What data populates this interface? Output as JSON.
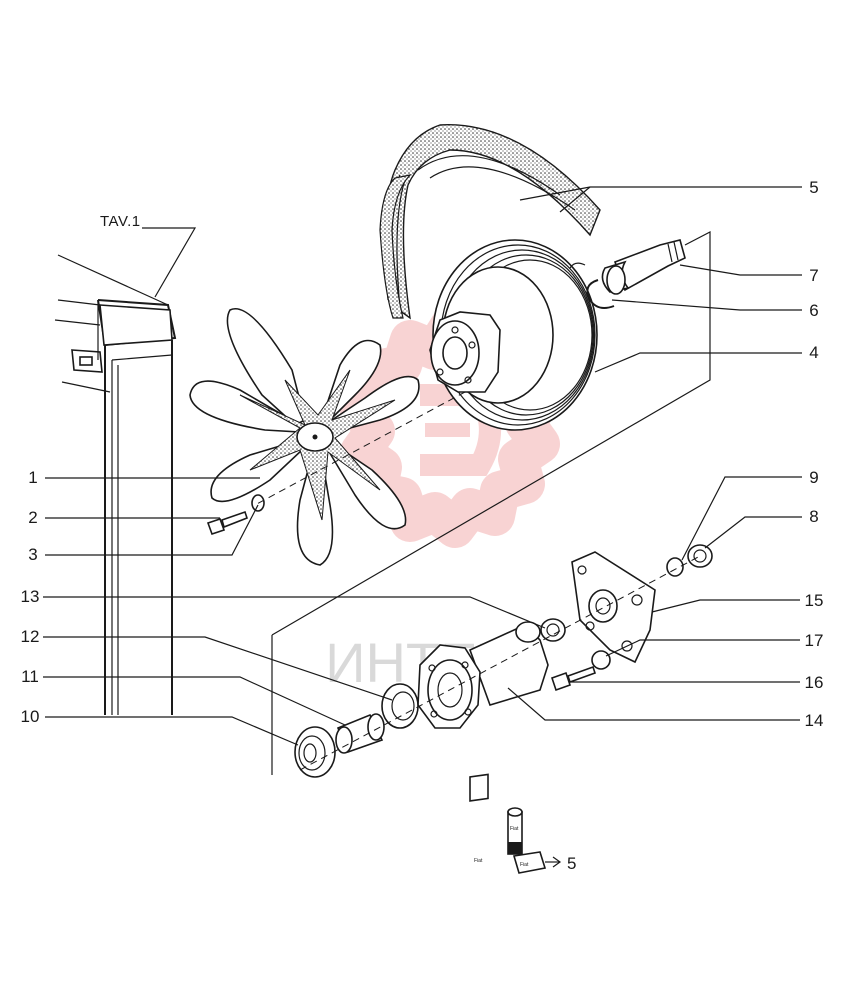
{
  "reference_label": "TAV.1",
  "watermark": {
    "text": "ИНТЕХ",
    "color": "#e23a3a"
  },
  "callouts": [
    {
      "id": "1",
      "text": "1"
    },
    {
      "id": "2",
      "text": "2"
    },
    {
      "id": "3",
      "text": "3"
    },
    {
      "id": "4",
      "text": "4"
    },
    {
      "id": "5",
      "text": "5"
    },
    {
      "id": "6",
      "text": "6"
    },
    {
      "id": "7",
      "text": "7"
    },
    {
      "id": "8",
      "text": "8"
    },
    {
      "id": "9",
      "text": "9"
    },
    {
      "id": "10",
      "text": "10"
    },
    {
      "id": "11",
      "text": "11"
    },
    {
      "id": "12",
      "text": "12"
    },
    {
      "id": "13",
      "text": "13"
    },
    {
      "id": "14",
      "text": "14"
    },
    {
      "id": "15",
      "text": "15"
    },
    {
      "id": "16",
      "text": "16"
    },
    {
      "id": "17",
      "text": "17"
    }
  ],
  "kit_callout": "5",
  "kit_tag": "Fiat"
}
